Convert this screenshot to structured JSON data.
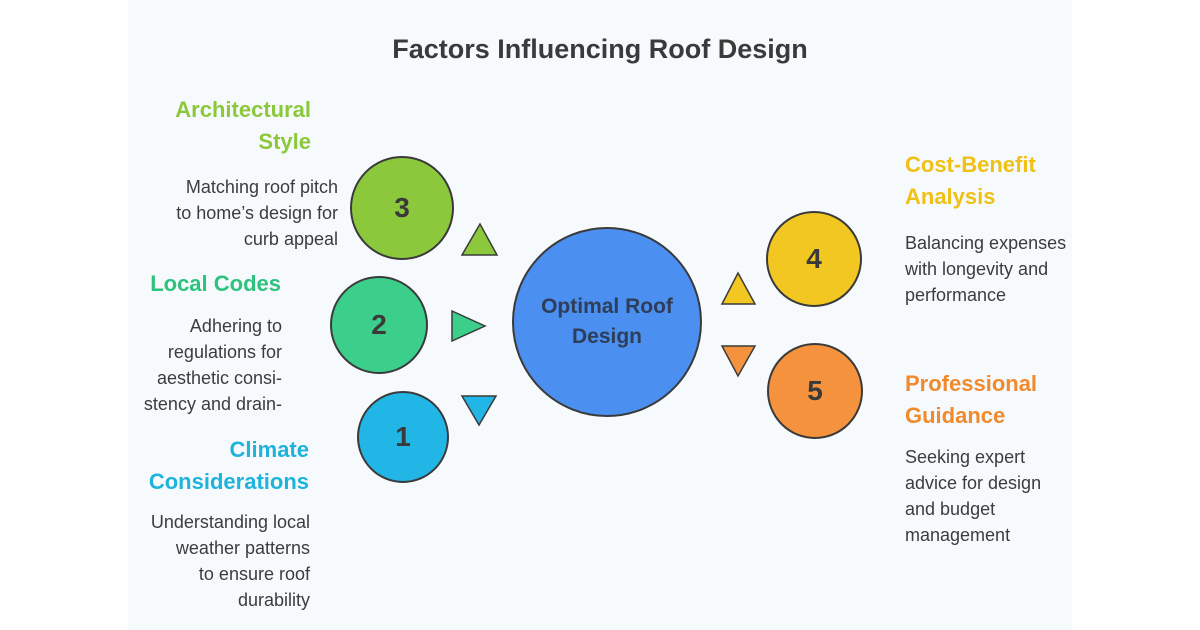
{
  "title": "Factors Influencing Roof Design",
  "center": {
    "label_line1": "Optimal Roof",
    "label_line2": "Design",
    "color": "#4b8ff0"
  },
  "factors": [
    {
      "number": "3",
      "heading_line1": "Architectural",
      "heading_line2": "Style",
      "desc": [
        "Matching roof pitch",
        "to home’s design for",
        "curb appeal"
      ],
      "color": "#8cc83c"
    },
    {
      "number": "2",
      "heading_line1": "Local Codes",
      "heading_line2": "",
      "desc": [
        "Adhering to",
        "regulations for",
        "aesthetic consi-",
        "stency and drain-"
      ],
      "color": "#3ccf8c"
    },
    {
      "number": "1",
      "heading_line1": "Climate",
      "heading_line2": "Considerations",
      "desc": [
        "Understanding local",
        "weather patterns",
        "to ensure roof",
        "durability"
      ],
      "color": "#22b6e6"
    },
    {
      "number": "4",
      "heading_line1": "Cost-Benefit",
      "heading_line2": "Analysis",
      "desc": [
        "Balancing expenses",
        "with longevity and",
        "performance"
      ],
      "color": "#f3c722"
    },
    {
      "number": "5",
      "heading_line1": "Professional",
      "heading_line2": "Guidance",
      "desc": [
        "Seeking expert",
        "advice for design",
        "and budget",
        "management"
      ],
      "color": "#f4923e"
    }
  ],
  "colors": {
    "architectural_heading": "#8cc83c",
    "local_codes_heading": "#2dc37d",
    "climate_heading": "#1db3dc",
    "cost_heading": "#f0c015",
    "professional_heading": "#f08a2c"
  }
}
